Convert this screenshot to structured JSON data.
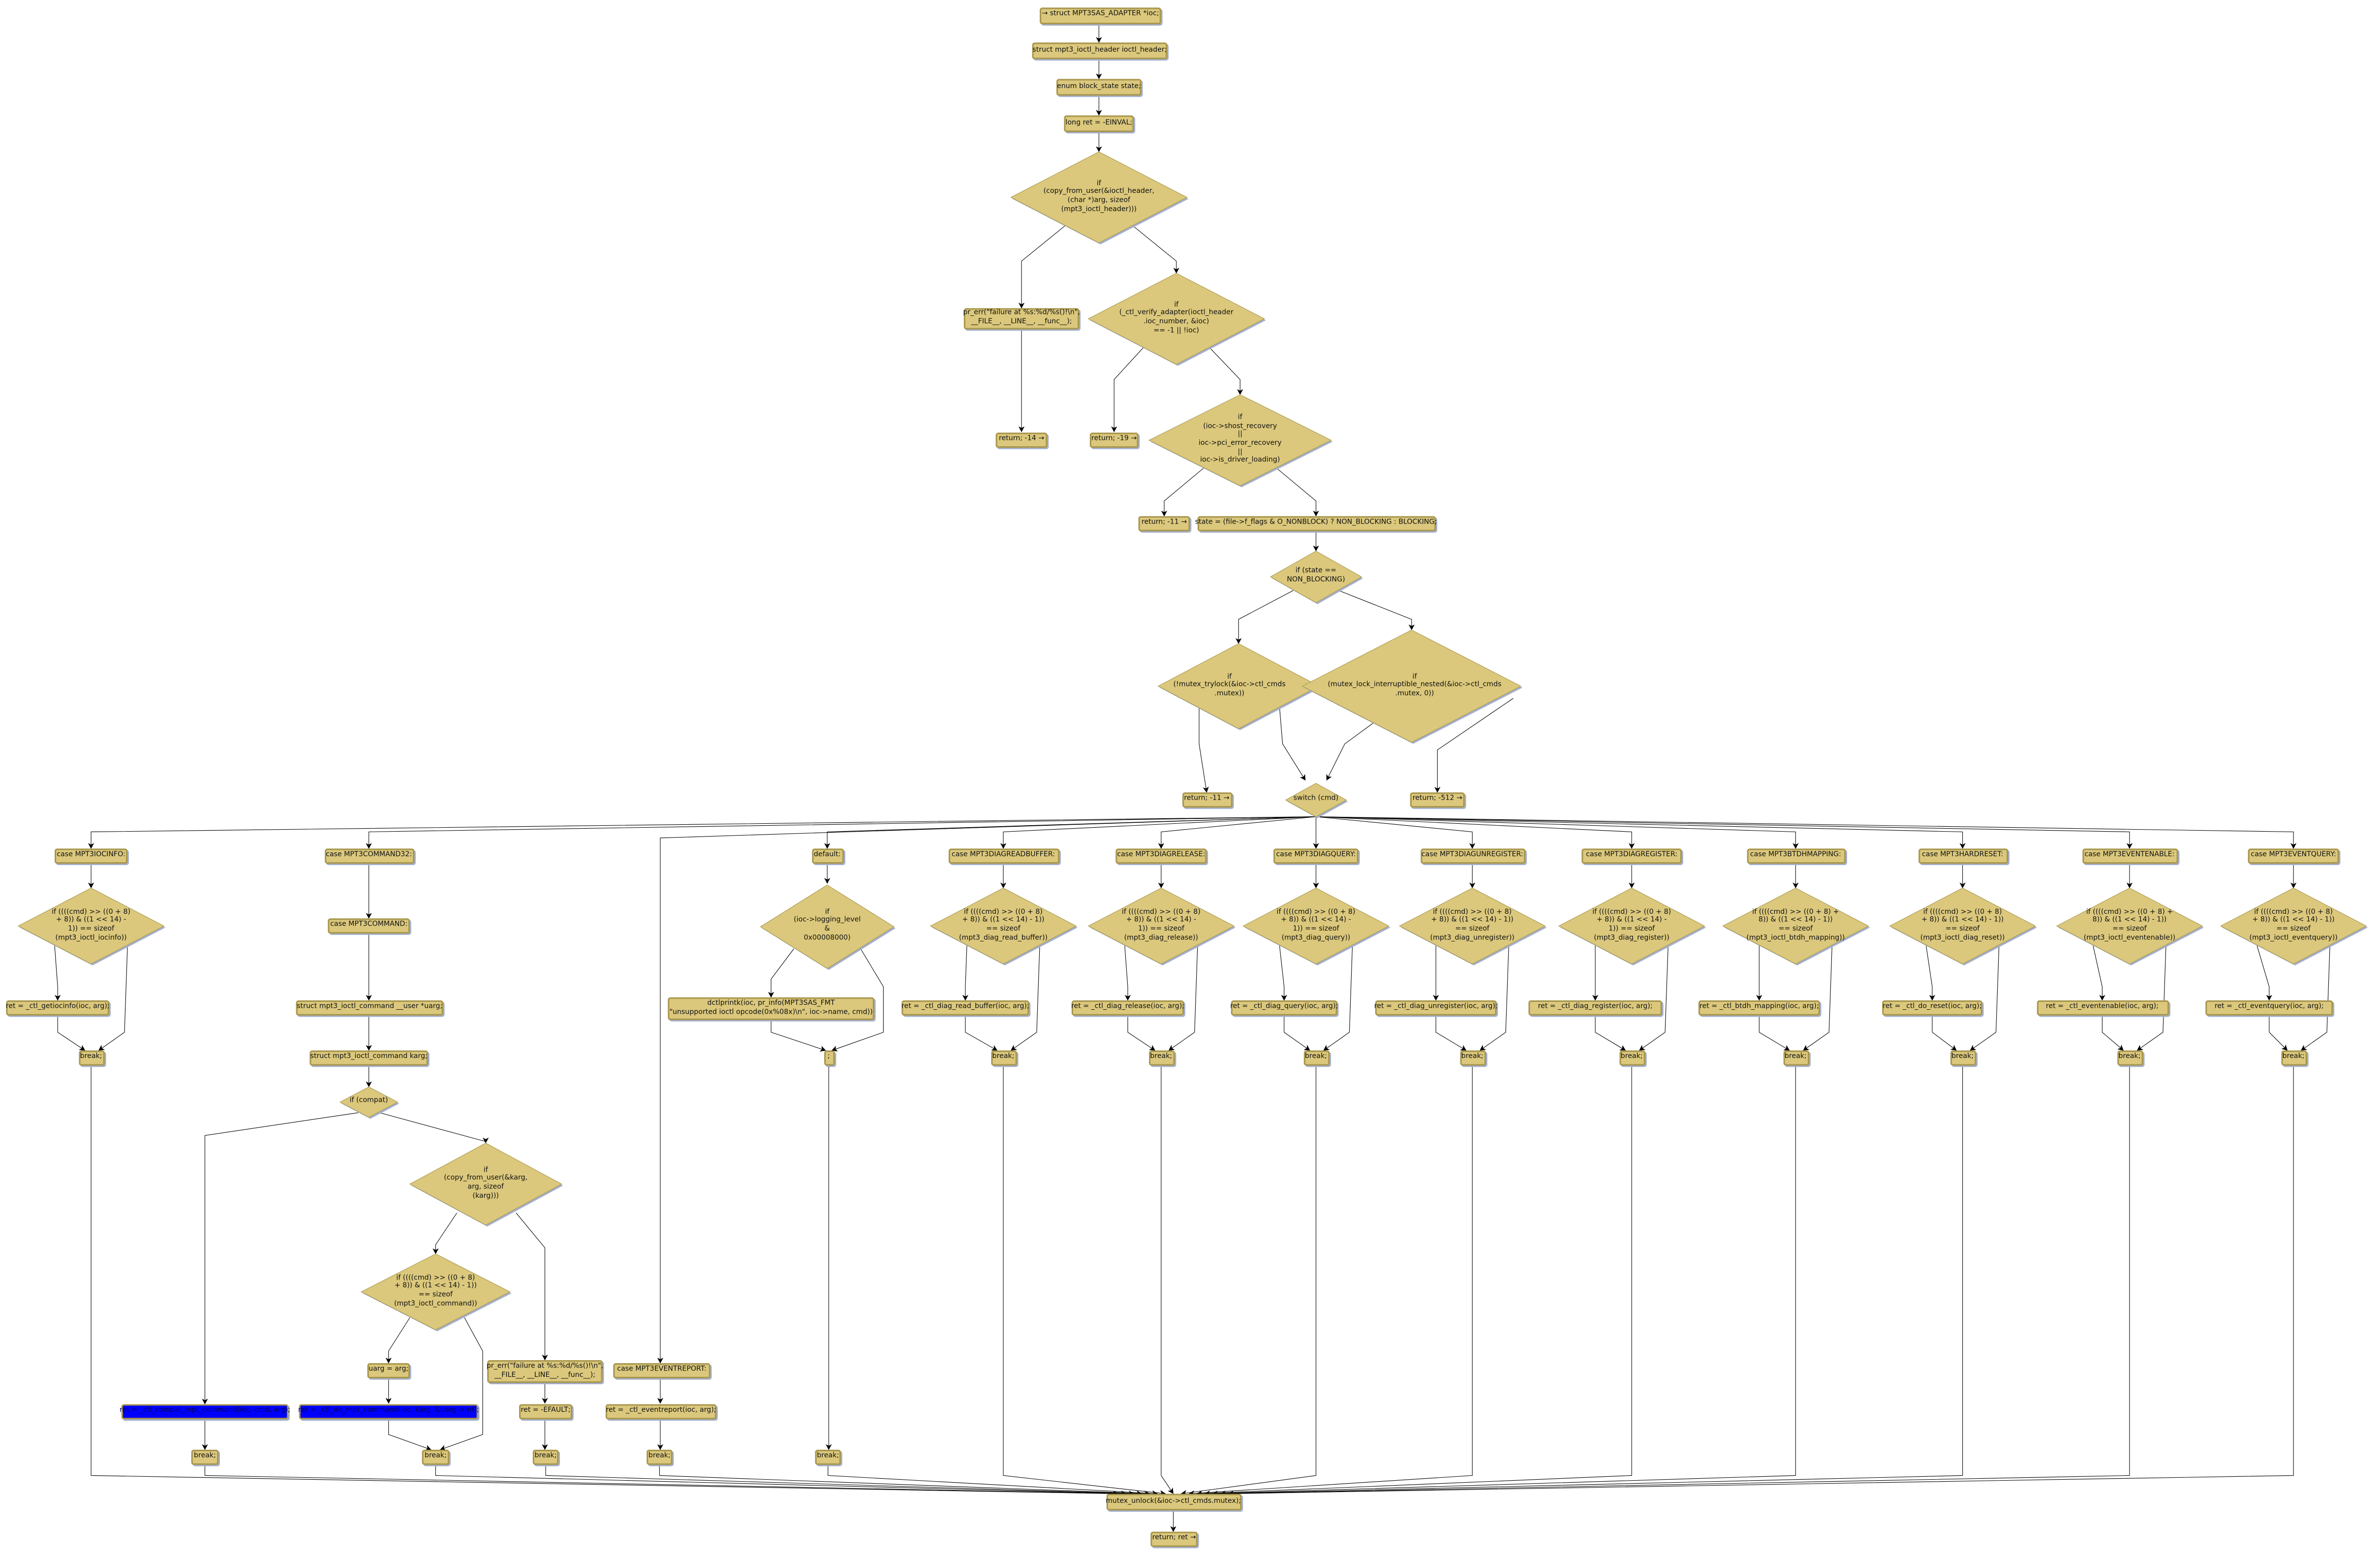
{
  "colors": {
    "node_fill": "#dbc87c",
    "node_border": "#a8964c",
    "shadow": "#a4b0cc",
    "highlight": "#0000ff",
    "edge": "#000000"
  },
  "labels": {
    "break": "break;",
    "semicolon": ";"
  },
  "nodes": {
    "n1": "→ struct MPT3SAS_ADAPTER *ioc;",
    "n2": "struct mpt3_ioctl_header ioctl_header;",
    "n3": "enum block_state state;",
    "n4": "long ret = -EINVAL;",
    "d1": "if\n(copy_from_user(&ioctl_header,\n(char *)arg, sizeof\n(mpt3_ioctl_header)))",
    "pr1": "pr_err(\"failure at %s:%d/%s()!\\n\",\n__FILE__, __LINE__, __func__);",
    "d2": "if\n(_ctl_verify_adapter(ioctl_header\n.ioc_number, &ioc)\n== -1 || !ioc)",
    "r14": "return; -14 →",
    "r19": "return; -19 →",
    "d3": "if\n(ioc->shost_recovery\n||\nioc->pci_error_recovery\n||\nioc->is_driver_loading)",
    "r11a": "return; -11 →",
    "state": "state = (file->f_flags & O_NONBLOCK) ? NON_BLOCKING : BLOCKING;",
    "d4": "if (state ==\nNON_BLOCKING)",
    "d5": "if\n(!mutex_trylock(&ioc->ctl_cmds\n.mutex))",
    "d6": "if\n(mutex_lock_interruptible_nested(&ioc->ctl_cmds\n.mutex, 0))",
    "r11b": "return; -11 →",
    "sw": "switch (cmd)",
    "r512": "return; -512 →",
    "mutex": "mutex_unlock(&ioc->ctl_cmds.mutex);",
    "ret": "return; ret →"
  },
  "cases": {
    "iocinfo": {
      "case": "case MPT3IOCINFO:",
      "cond": "if ((((cmd) >> ((0 + 8)\n+ 8)) & ((1 << 14) -\n1)) == sizeof\n(mpt3_ioctl_iocinfo))",
      "ret": "ret = _ctl_getiocinfo(ioc, arg);"
    },
    "rb": {
      "case": "case MPT3DIAGREADBUFFER:",
      "cond": "if ((((cmd) >> ((0 + 8)\n+ 8)) & ((1 << 14) - 1))\n== sizeof\n(mpt3_diag_read_buffer))",
      "ret": "ret = _ctl_diag_read_buffer(ioc, arg);"
    },
    "rel": {
      "case": "case MPT3DIAGRELEASE:",
      "cond": "if ((((cmd) >> ((0 + 8)\n+ 8)) & ((1 << 14) -\n1)) == sizeof\n(mpt3_diag_release))",
      "ret": "ret = _ctl_diag_release(ioc, arg);"
    },
    "q": {
      "case": "case MPT3DIAGQUERY:",
      "cond": "if ((((cmd) >> ((0 + 8)\n+ 8)) & ((1 << 14) -\n1)) == sizeof\n(mpt3_diag_query))",
      "ret": "ret = _ctl_diag_query(ioc, arg);"
    },
    "unreg": {
      "case": "case MPT3DIAGUNREGISTER:",
      "cond": "if ((((cmd) >> ((0 + 8)\n+ 8)) & ((1 << 14) - 1))\n== sizeof\n(mpt3_diag_unregister))",
      "ret": "ret = _ctl_diag_unregister(ioc, arg);"
    },
    "reg": {
      "case": "case MPT3DIAGREGISTER:",
      "cond": "if ((((cmd) >> ((0 + 8)\n+ 8)) & ((1 << 14) -\n1)) == sizeof\n(mpt3_diag_register))",
      "ret": "ret = _ctl_diag_register(ioc, arg);"
    },
    "btdh": {
      "case": "case MPT3BTDHMAPPING:",
      "cond": "if ((((cmd) >> ((0 + 8) +\n8)) & ((1 << 14) - 1))\n== sizeof\n(mpt3_ioctl_btdh_mapping))",
      "ret": "ret = _ctl_btdh_mapping(ioc, arg);"
    },
    "hr": {
      "case": "case MPT3HARDRESET:",
      "cond": "if ((((cmd) >> ((0 + 8)\n+ 8)) & ((1 << 14) - 1))\n== sizeof\n(mpt3_ioctl_diag_reset))",
      "ret": "ret = _ctl_do_reset(ioc, arg);"
    },
    "ee": {
      "case": "case MPT3EVENTENABLE:",
      "cond": "if ((((cmd) >> ((0 + 8) +\n8)) & ((1 << 14) - 1))\n== sizeof\n(mpt3_ioctl_eventenable))",
      "ret": "ret = _ctl_eventenable(ioc, arg);"
    },
    "eq": {
      "case": "case MPT3EVENTQUERY:",
      "cond": "if ((((cmd) >> ((0 + 8)\n+ 8)) & ((1 << 14) - 1))\n== sizeof\n(mpt3_ioctl_eventquery))",
      "ret": "ret = _ctl_eventquery(ioc, arg);"
    }
  },
  "command": {
    "case32": "case MPT3COMMAND32:",
    "case": "case MPT3COMMAND:",
    "uarg_decl": "struct mpt3_ioctl_command __user *uarg;",
    "karg_decl": "struct mpt3_ioctl_command karg;",
    "compat": "if (compat)",
    "compat_call": "ret = _ctl_compat_mpt_command(ioc, cmd, arg);",
    "copy": "if\n(copy_from_user(&karg,\narg, sizeof\n(karg)))",
    "size_check": "if ((((cmd) >> ((0 + 8)\n+ 8)) & ((1 << 14) - 1))\n== sizeof\n(mpt3_ioctl_command))",
    "uarg_assign": "uarg = arg;",
    "do_call": "ret = _ctl_do_mpt_command(ioc, karg, &uarg->mf);",
    "pr_err": "pr_err(\"failure at %s:%d/%s()!\\n\",\n__FILE__, __LINE__, __func__);",
    "efault": "ret = -EFAULT;"
  },
  "eventreport": {
    "case": "case MPT3EVENTREPORT:",
    "ret": "ret = _ctl_eventreport(ioc, arg);"
  },
  "default": {
    "case": "default:",
    "cond": "if\n(ioc->logging_level\n&\n0x00008000)",
    "print": "dctlprintk(ioc, pr_info(MPT3SAS_FMT\n\"unsupported ioctl opcode(0x%08x)\\n\", ioc->name, cmd))"
  }
}
